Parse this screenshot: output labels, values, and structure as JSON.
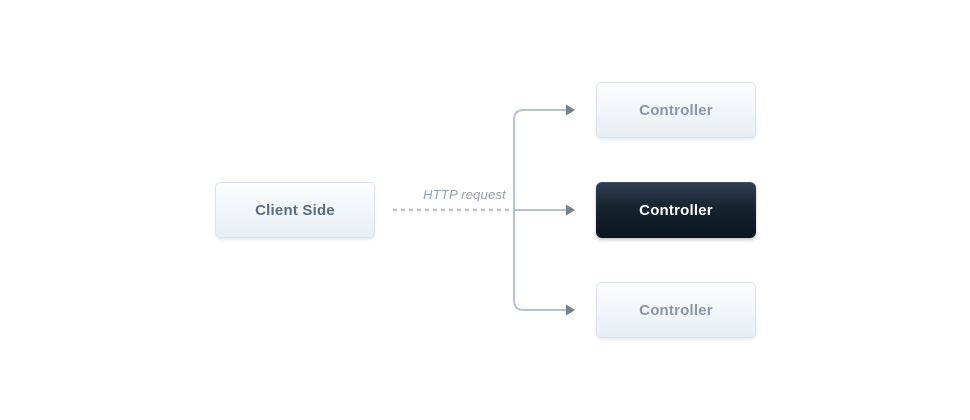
{
  "diagram": {
    "client_label": "Client Side",
    "request_label": "HTTP request",
    "controllers": [
      {
        "label": "Controller",
        "variant": "light"
      },
      {
        "label": "Controller",
        "variant": "dark-highlighted"
      },
      {
        "label": "Controller",
        "variant": "light"
      }
    ]
  },
  "colors": {
    "canvas_bg": "#ffffff",
    "line_color": "#bac2cc",
    "arrow_color": "#76818e",
    "light_box_bg_top": "#fcfdfe",
    "light_box_bg_bottom": "#e9eef5",
    "light_box_border": "#dce3ec",
    "light_box_text": "#8b95a4",
    "client_text": "#5c6c7f",
    "dark_box_bg_top": "#2e3f53",
    "dark_box_bg_bottom": "#0a141e",
    "dark_box_text": "#ffffff",
    "edge_label_text": "#97a0ad"
  }
}
